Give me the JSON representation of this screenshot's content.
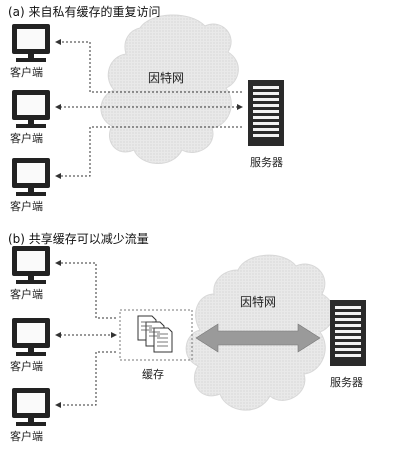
{
  "panel_a": {
    "caption": "(a) 来自私有缓存的重复访问",
    "cloud_label": "因特网",
    "server_label": "服务器",
    "client_labels": [
      "客户端",
      "客户端",
      "客户端"
    ]
  },
  "panel_b": {
    "caption": "(b) 共享缓存可以减少流量",
    "cloud_label": "因特网",
    "cache_label": "缓存",
    "server_label": "服务器",
    "client_labels": [
      "客户端",
      "客户端",
      "客户端"
    ]
  }
}
